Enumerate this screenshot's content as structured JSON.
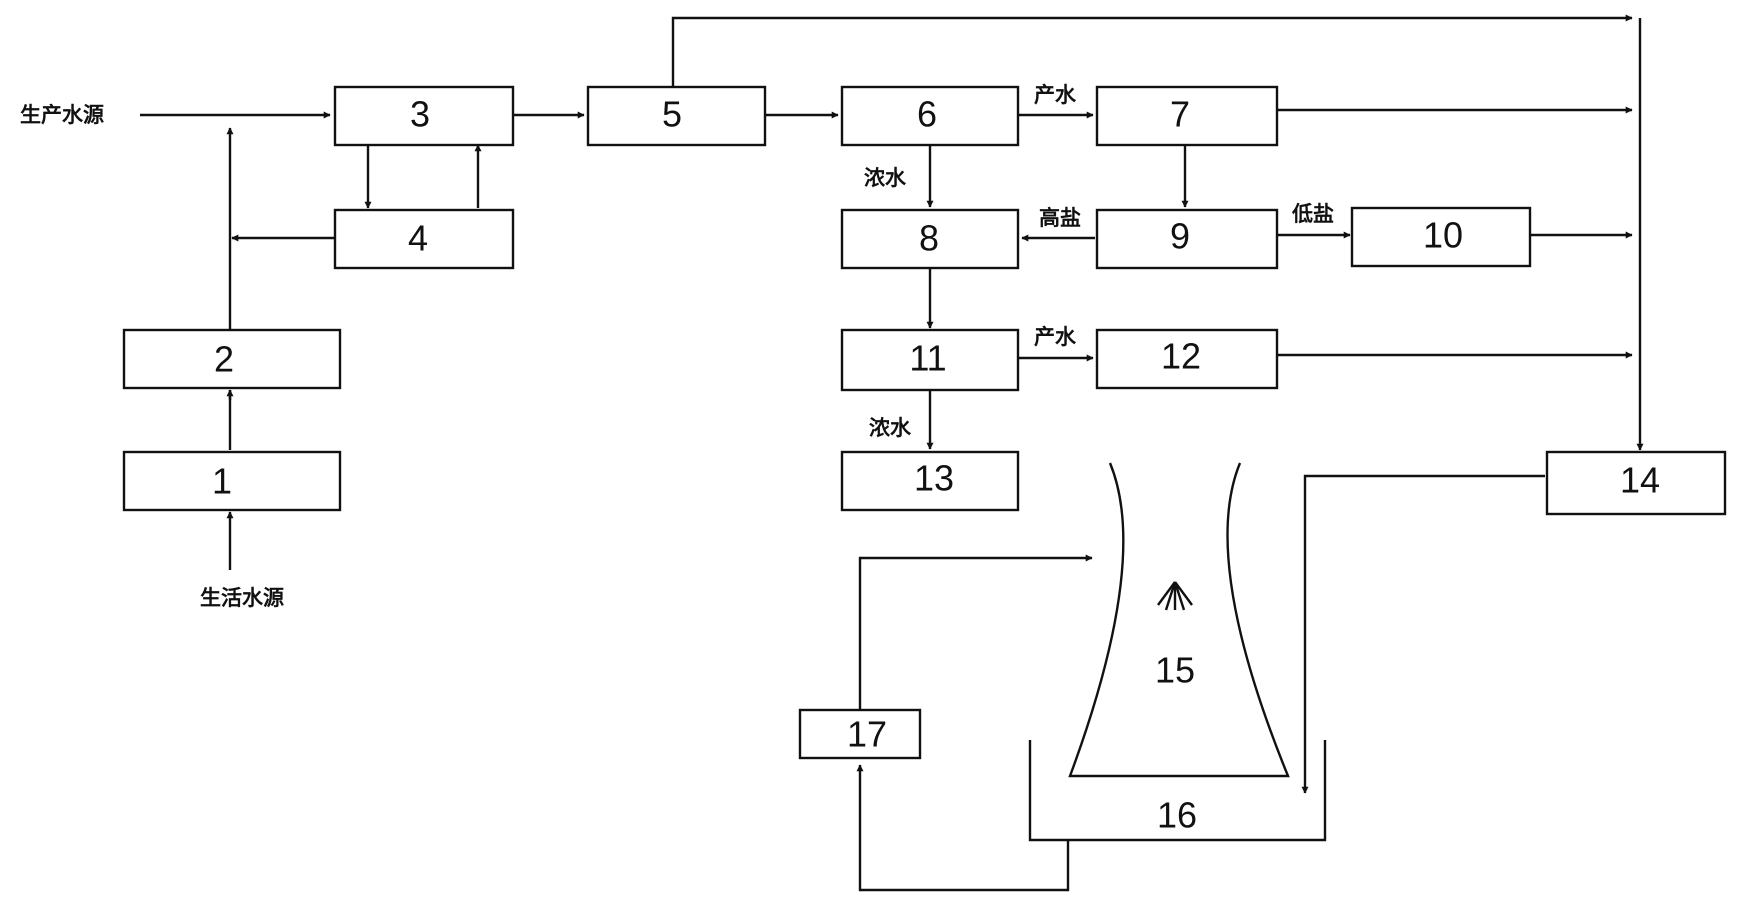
{
  "labels": {
    "production_water_source": "生产水源",
    "domestic_water_source": "生活水源",
    "product_water_6": "产水",
    "product_water_11": "产水",
    "concentrate_6": "浓水",
    "concentrate_11": "浓水",
    "high_salt": "高盐",
    "low_salt": "低盐"
  },
  "units": {
    "u1": "1",
    "u2": "2",
    "u3": "3",
    "u4": "4",
    "u5": "5",
    "u6": "6",
    "u7": "7",
    "u8": "8",
    "u9": "9",
    "u10": "10",
    "u11": "11",
    "u12": "12",
    "u13": "13",
    "u14": "14",
    "u15": "15",
    "u16": "16",
    "u17": "17"
  },
  "colors": {
    "stroke": "#111111",
    "background": "#ffffff"
  }
}
